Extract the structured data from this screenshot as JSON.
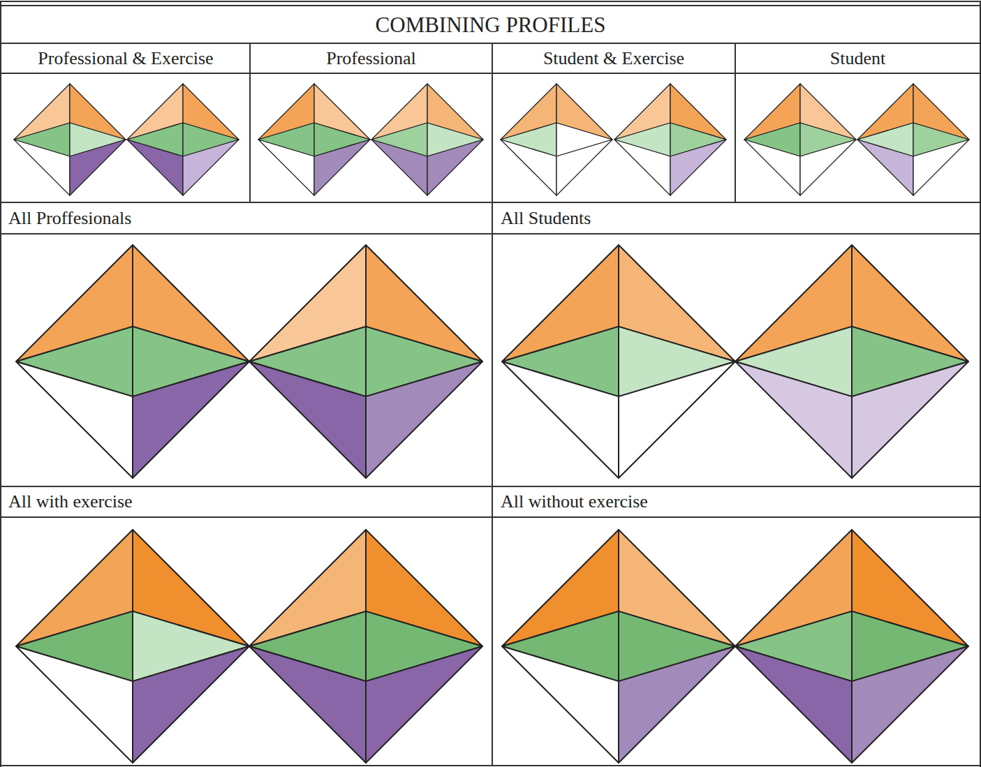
{
  "diagram": {
    "title": "COMBINING PROFILES",
    "labels": [
      "Professional & Exercise",
      "Professional",
      "Student & Exercise",
      "Student",
      "All Proffesionals",
      "All Students",
      "All with exercise",
      "All without exercise"
    ]
  }
}
